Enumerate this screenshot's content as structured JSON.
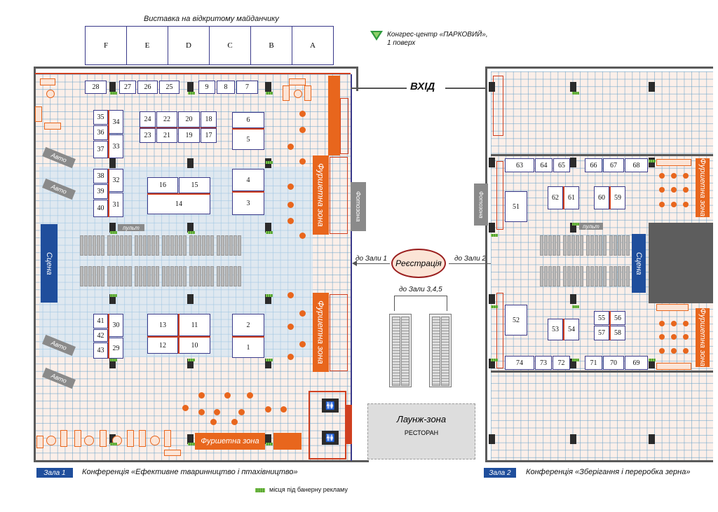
{
  "outdoor": {
    "title": "Виставка на відкритому майданчику",
    "sections": [
      "F",
      "E",
      "D",
      "C",
      "B",
      "A"
    ]
  },
  "venue": {
    "name": "Конгрес-центр «ПАРКОВИЙ»,",
    "floor": "1 поверх"
  },
  "entrance": "ВХІД",
  "registration": "Реєстрація",
  "to_hall1": "до Зали 1",
  "to_hall2": "до Зали 2",
  "to_halls345": "до Зали 3,4,5",
  "lounge": {
    "title": "Лаунж-зона",
    "subtitle": "РЕСТОРАН"
  },
  "hall1": {
    "badge": "Зала 1",
    "caption": "Конференція «Ефективне тваринництво і птахівництво»",
    "stage": "Сцена",
    "pult": "пульт",
    "auto": "Авто",
    "buffet": "Фуршетна зона",
    "booths_top": [
      "28",
      "27",
      "26",
      "25",
      "9",
      "8",
      "7"
    ],
    "booths": [
      "35",
      "34",
      "36",
      "33",
      "37",
      "24",
      "22",
      "20",
      "18",
      "23",
      "21",
      "19",
      "17",
      "6",
      "5",
      "38",
      "32",
      "39",
      "40",
      "31",
      "16",
      "15",
      "14",
      "4",
      "3",
      "41",
      "30",
      "42",
      "43",
      "29",
      "13",
      "11",
      "12",
      "10",
      "2",
      "1"
    ]
  },
  "hall2": {
    "badge": "Зала 2",
    "caption": "Конференція «Зберігання і переробка зерна»",
    "stage": "Сцена",
    "pult": "пульт",
    "photo": "Фотозона",
    "buffet": "Фуршетна зона",
    "booths": [
      "63",
      "64",
      "65",
      "66",
      "67",
      "68",
      "51",
      "62",
      "61",
      "60",
      "59",
      "52",
      "53",
      "54",
      "55",
      "56",
      "57",
      "58",
      "74",
      "73",
      "72",
      "71",
      "70",
      "69"
    ]
  },
  "photo_zone": "Фотозона",
  "legend": "місця під банерну рекламу",
  "colors": {
    "accent": "#e8661d",
    "navy": "#1f4e9c",
    "badge": "#1f4e9c",
    "logo": "#2e9a3e",
    "banner": "#7cc24a"
  }
}
